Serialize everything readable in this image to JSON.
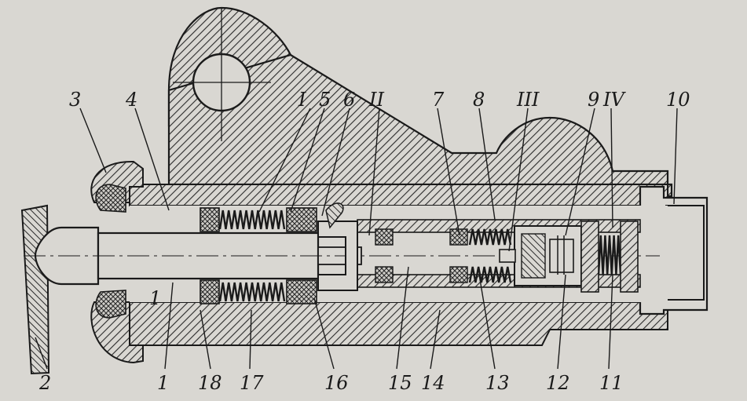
{
  "figure": {
    "callouts": [
      {
        "id": "c1",
        "text": "1"
      },
      {
        "id": "c2",
        "text": "2"
      },
      {
        "id": "c3",
        "text": "3"
      },
      {
        "id": "c4",
        "text": "4"
      },
      {
        "id": "c5",
        "text": "5"
      },
      {
        "id": "c6",
        "text": "6"
      },
      {
        "id": "c7",
        "text": "7"
      },
      {
        "id": "c8",
        "text": "8"
      },
      {
        "id": "c9",
        "text": "9"
      },
      {
        "id": "c10",
        "text": "10"
      },
      {
        "id": "c11",
        "text": "11"
      },
      {
        "id": "c12",
        "text": "12"
      },
      {
        "id": "c13",
        "text": "13"
      },
      {
        "id": "c14",
        "text": "14"
      },
      {
        "id": "c15",
        "text": "15"
      },
      {
        "id": "c16",
        "text": "16"
      },
      {
        "id": "c17",
        "text": "17"
      },
      {
        "id": "c18",
        "text": "18"
      }
    ],
    "chambers": [
      {
        "id": "rI",
        "text": "I"
      },
      {
        "id": "rII",
        "text": "II"
      },
      {
        "id": "rIII",
        "text": "III"
      },
      {
        "id": "rIV",
        "text": "IV"
      }
    ]
  },
  "colors": {
    "paper": "#d9d7d2",
    "ink": "#1a1a1a",
    "hatch": "#2a2a2a",
    "bleed_text": "#8e8c88"
  }
}
